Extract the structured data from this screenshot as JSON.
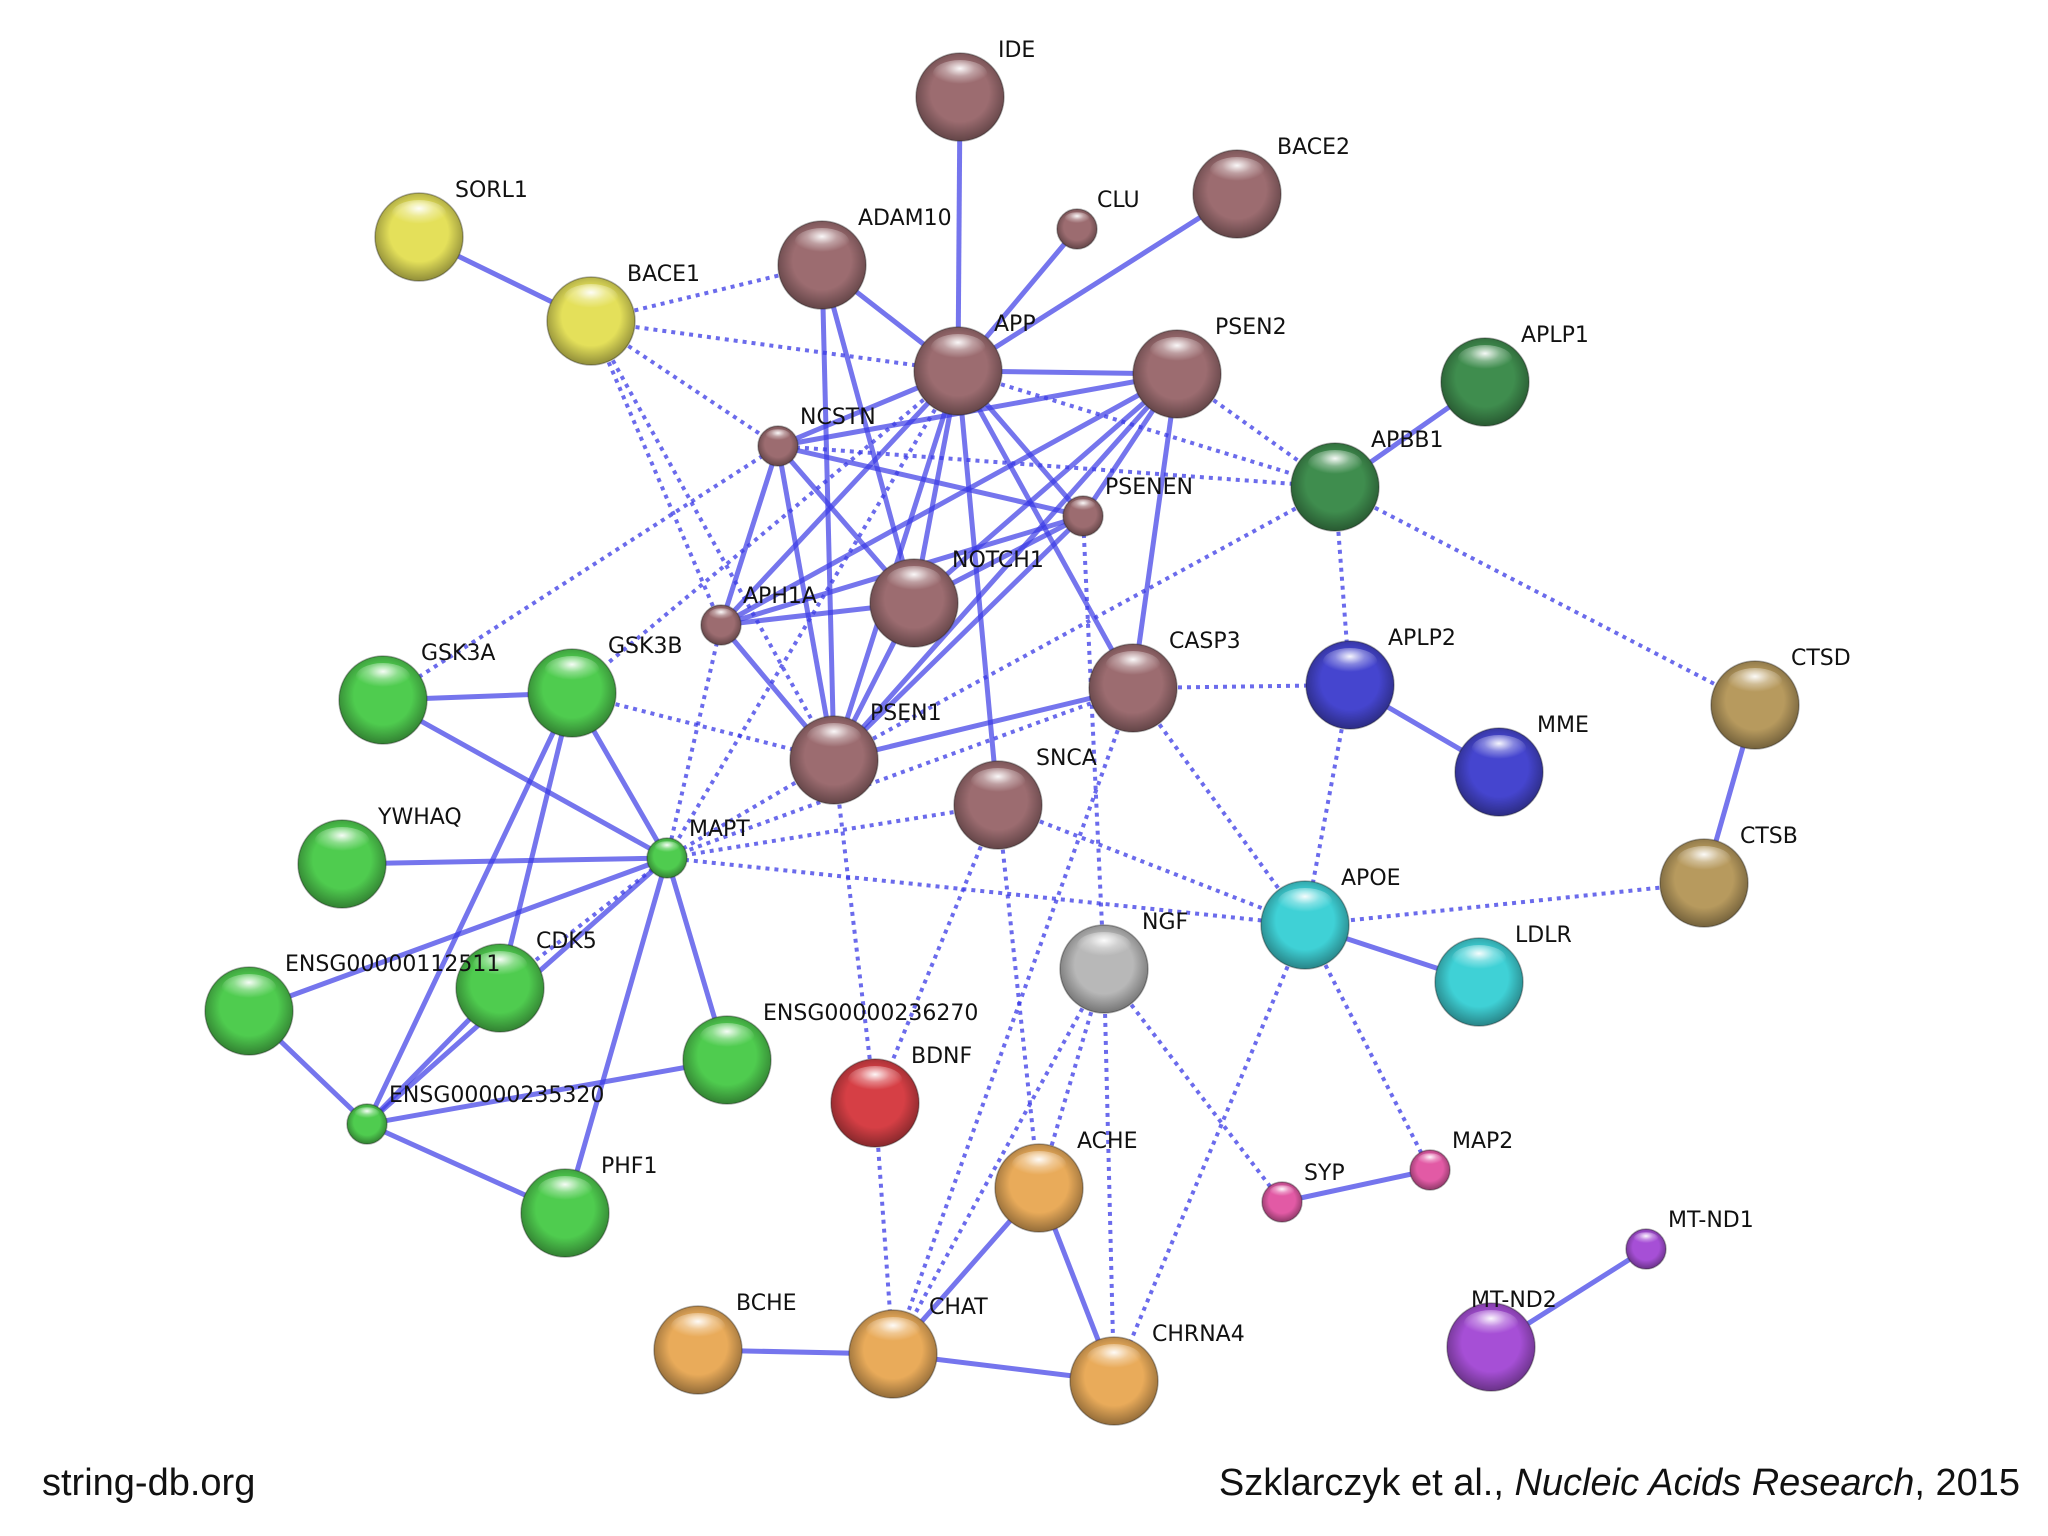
{
  "diagram": {
    "nodes": [
      {
        "id": "IDE",
        "label": "IDE",
        "color": "#9c6c70",
        "size": "large"
      },
      {
        "id": "BACE2",
        "label": "BACE2",
        "color": "#9c6c70",
        "size": "large"
      },
      {
        "id": "CLU",
        "label": "CLU",
        "color": "#9c6c70",
        "size": "small"
      },
      {
        "id": "ADAM10",
        "label": "ADAM10",
        "color": "#9c6c70",
        "size": "large"
      },
      {
        "id": "SORL1",
        "label": "SORL1",
        "color": "#e4e05a",
        "size": "large"
      },
      {
        "id": "BACE1",
        "label": "BACE1",
        "color": "#e4e05a",
        "size": "large"
      },
      {
        "id": "APP",
        "label": "APP",
        "color": "#9c6c70",
        "size": "large"
      },
      {
        "id": "PSEN2",
        "label": "PSEN2",
        "color": "#9c6c70",
        "size": "large"
      },
      {
        "id": "APLP1",
        "label": "APLP1",
        "color": "#3f8d4e",
        "size": "large"
      },
      {
        "id": "NCSTN",
        "label": "NCSTN",
        "color": "#9c6c70",
        "size": "small"
      },
      {
        "id": "APBB1",
        "label": "APBB1",
        "color": "#3f8d4e",
        "size": "large"
      },
      {
        "id": "PSENEN",
        "label": "PSENEN",
        "color": "#9c6c70",
        "size": "small"
      },
      {
        "id": "NOTCH1",
        "label": "NOTCH1",
        "color": "#9c6c70",
        "size": "large"
      },
      {
        "id": "APH1A",
        "label": "APH1A",
        "color": "#9c6c70",
        "size": "small"
      },
      {
        "id": "GSK3A",
        "label": "GSK3A",
        "color": "#4fcc4f",
        "size": "large"
      },
      {
        "id": "GSK3B",
        "label": "GSK3B",
        "color": "#4fcc4f",
        "size": "large"
      },
      {
        "id": "CASP3",
        "label": "CASP3",
        "color": "#9c6c70",
        "size": "large"
      },
      {
        "id": "APLP2",
        "label": "APLP2",
        "color": "#4545cf",
        "size": "large"
      },
      {
        "id": "CTSD",
        "label": "CTSD",
        "color": "#b79a5e",
        "size": "large"
      },
      {
        "id": "PSEN1",
        "label": "PSEN1",
        "color": "#9c6c70",
        "size": "large"
      },
      {
        "id": "MME",
        "label": "MME",
        "color": "#4545cf",
        "size": "large"
      },
      {
        "id": "SNCA",
        "label": "SNCA",
        "color": "#9c6c70",
        "size": "large"
      },
      {
        "id": "YWHAQ",
        "label": "YWHAQ",
        "color": "#4fcc4f",
        "size": "large"
      },
      {
        "id": "MAPT",
        "label": "MAPT",
        "color": "#4fcc4f",
        "size": "small"
      },
      {
        "id": "CTSB",
        "label": "CTSB",
        "color": "#b79a5e",
        "size": "large"
      },
      {
        "id": "APOE",
        "label": "APOE",
        "color": "#3fd1d6",
        "size": "large"
      },
      {
        "id": "NGF",
        "label": "NGF",
        "color": "#b8b8b8",
        "size": "large"
      },
      {
        "id": "LDLR",
        "label": "LDLR",
        "color": "#3fd1d6",
        "size": "large"
      },
      {
        "id": "CDK5",
        "label": "CDK5",
        "color": "#4fcc4f",
        "size": "large"
      },
      {
        "id": "ENSG00000112511",
        "label": "ENSG00000112511",
        "color": "#4fcc4f",
        "size": "large"
      },
      {
        "id": "ENSG00000236270",
        "label": "ENSG00000236270",
        "color": "#4fcc4f",
        "size": "large"
      },
      {
        "id": "BDNF",
        "label": "BDNF",
        "color": "#d63f45",
        "size": "large"
      },
      {
        "id": "ENSG00000235320",
        "label": "ENSG00000235320",
        "color": "#4fcc4f",
        "size": "small"
      },
      {
        "id": "ACHE",
        "label": "ACHE",
        "color": "#e9ab5a",
        "size": "large"
      },
      {
        "id": "MAP2",
        "label": "MAP2",
        "color": "#e25aa5",
        "size": "small"
      },
      {
        "id": "SYP",
        "label": "SYP",
        "color": "#e25aa5",
        "size": "small"
      },
      {
        "id": "PHF1",
        "label": "PHF1",
        "color": "#4fcc4f",
        "size": "large"
      },
      {
        "id": "MT-ND1",
        "label": "MT-ND1",
        "color": "#a64fd6",
        "size": "small"
      },
      {
        "id": "MT-ND2",
        "label": "MT-ND2",
        "color": "#a64fd6",
        "size": "large"
      },
      {
        "id": "BCHE",
        "label": "BCHE",
        "color": "#e9ab5a",
        "size": "large"
      },
      {
        "id": "CHAT",
        "label": "CHAT",
        "color": "#e9ab5a",
        "size": "large"
      },
      {
        "id": "CHRNA4",
        "label": "CHRNA4",
        "color": "#e9ab5a",
        "size": "large"
      }
    ],
    "edges": [
      {
        "from": "IDE",
        "to": "APP",
        "style": "solid"
      },
      {
        "from": "CLU",
        "to": "APP",
        "style": "solid"
      },
      {
        "from": "BACE2",
        "to": "APP",
        "style": "solid"
      },
      {
        "from": "SORL1",
        "to": "BACE1",
        "style": "solid"
      },
      {
        "from": "ADAM10",
        "to": "APP",
        "style": "solid"
      },
      {
        "from": "ADAM10",
        "to": "PSEN1",
        "style": "solid"
      },
      {
        "from": "ADAM10",
        "to": "NOTCH1",
        "style": "solid"
      },
      {
        "from": "ADAM10",
        "to": "BACE1",
        "style": "dotted"
      },
      {
        "from": "BACE1",
        "to": "APP",
        "style": "dotted"
      },
      {
        "from": "BACE1",
        "to": "NCSTN",
        "style": "dotted"
      },
      {
        "from": "BACE1",
        "to": "PSEN1",
        "style": "dotted"
      },
      {
        "from": "BACE1",
        "to": "APH1A",
        "style": "dotted"
      },
      {
        "from": "APP",
        "to": "NCSTN",
        "style": "solid"
      },
      {
        "from": "APP",
        "to": "PSEN2",
        "style": "solid"
      },
      {
        "from": "APP",
        "to": "PSENEN",
        "style": "solid"
      },
      {
        "from": "APP",
        "to": "NOTCH1",
        "style": "solid"
      },
      {
        "from": "APP",
        "to": "APH1A",
        "style": "solid"
      },
      {
        "from": "APP",
        "to": "PSEN1",
        "style": "solid"
      },
      {
        "from": "APP",
        "to": "SNCA",
        "style": "solid"
      },
      {
        "from": "APP",
        "to": "CASP3",
        "style": "solid"
      },
      {
        "from": "APP",
        "to": "APBB1",
        "style": "dotted"
      },
      {
        "from": "APP",
        "to": "MAPT",
        "style": "dotted"
      },
      {
        "from": "APP",
        "to": "GSK3B",
        "style": "dotted"
      },
      {
        "from": "PSEN2",
        "to": "NCSTN",
        "style": "solid"
      },
      {
        "from": "PSEN2",
        "to": "PSENEN",
        "style": "solid"
      },
      {
        "from": "PSEN2",
        "to": "NOTCH1",
        "style": "solid"
      },
      {
        "from": "PSEN2",
        "to": "APH1A",
        "style": "solid"
      },
      {
        "from": "PSEN2",
        "to": "PSEN1",
        "style": "solid"
      },
      {
        "from": "PSEN2",
        "to": "CASP3",
        "style": "solid"
      },
      {
        "from": "PSEN2",
        "to": "APBB1",
        "style": "dotted"
      },
      {
        "from": "APLP1",
        "to": "APBB1",
        "style": "solid"
      },
      {
        "from": "NCSTN",
        "to": "PSENEN",
        "style": "solid"
      },
      {
        "from": "NCSTN",
        "to": "NOTCH1",
        "style": "solid"
      },
      {
        "from": "NCSTN",
        "to": "APH1A",
        "style": "solid"
      },
      {
        "from": "NCSTN",
        "to": "PSEN1",
        "style": "solid"
      },
      {
        "from": "NCSTN",
        "to": "GSK3A",
        "style": "dotted"
      },
      {
        "from": "NCSTN",
        "to": "APBB1",
        "style": "dotted"
      },
      {
        "from": "PSENEN",
        "to": "NOTCH1",
        "style": "solid"
      },
      {
        "from": "PSENEN",
        "to": "APH1A",
        "style": "solid"
      },
      {
        "from": "PSENEN",
        "to": "PSEN1",
        "style": "solid"
      },
      {
        "from": "PSENEN",
        "to": "NGF",
        "style": "dotted"
      },
      {
        "from": "NOTCH1",
        "to": "APH1A",
        "style": "solid"
      },
      {
        "from": "NOTCH1",
        "to": "PSEN1",
        "style": "solid"
      },
      {
        "from": "APH1A",
        "to": "PSEN1",
        "style": "solid"
      },
      {
        "from": "APH1A",
        "to": "MAPT",
        "style": "dotted"
      },
      {
        "from": "APBB1",
        "to": "APLP2",
        "style": "dotted"
      },
      {
        "from": "APBB1",
        "to": "CTSD",
        "style": "dotted"
      },
      {
        "from": "APBB1",
        "to": "PSEN1",
        "style": "dotted"
      },
      {
        "from": "GSK3A",
        "to": "GSK3B",
        "style": "solid"
      },
      {
        "from": "GSK3A",
        "to": "MAPT",
        "style": "solid"
      },
      {
        "from": "GSK3B",
        "to": "MAPT",
        "style": "solid"
      },
      {
        "from": "GSK3B",
        "to": "ENSG00000235320",
        "style": "solid"
      },
      {
        "from": "GSK3B",
        "to": "CDK5",
        "style": "solid"
      },
      {
        "from": "GSK3B",
        "to": "PSEN1",
        "style": "dotted"
      },
      {
        "from": "CASP3",
        "to": "PSEN1",
        "style": "solid"
      },
      {
        "from": "CASP3",
        "to": "APOE",
        "style": "dotted"
      },
      {
        "from": "CASP3",
        "to": "MAPT",
        "style": "dotted"
      },
      {
        "from": "CASP3",
        "to": "APLP2",
        "style": "dotted"
      },
      {
        "from": "CASP3",
        "to": "CHAT",
        "style": "dotted"
      },
      {
        "from": "APLP2",
        "to": "MME",
        "style": "solid"
      },
      {
        "from": "APLP2",
        "to": "APOE",
        "style": "dotted"
      },
      {
        "from": "CTSD",
        "to": "CTSB",
        "style": "solid"
      },
      {
        "from": "CTSB",
        "to": "APOE",
        "style": "dotted"
      },
      {
        "from": "PSEN1",
        "to": "BDNF",
        "style": "dotted"
      },
      {
        "from": "PSEN1",
        "to": "MAPT",
        "style": "dotted"
      },
      {
        "from": "SNCA",
        "to": "MAPT",
        "style": "dotted"
      },
      {
        "from": "SNCA",
        "to": "ACHE",
        "style": "dotted"
      },
      {
        "from": "SNCA",
        "to": "BDNF",
        "style": "dotted"
      },
      {
        "from": "SNCA",
        "to": "APOE",
        "style": "dotted"
      },
      {
        "from": "YWHAQ",
        "to": "MAPT",
        "style": "solid"
      },
      {
        "from": "MAPT",
        "to": "ENSG00000112511",
        "style": "solid"
      },
      {
        "from": "MAPT",
        "to": "ENSG00000236270",
        "style": "solid"
      },
      {
        "from": "MAPT",
        "to": "ENSG00000235320",
        "style": "solid"
      },
      {
        "from": "MAPT",
        "to": "PHF1",
        "style": "solid"
      },
      {
        "from": "MAPT",
        "to": "CDK5",
        "style": "dotted"
      },
      {
        "from": "MAPT",
        "to": "APOE",
        "style": "dotted"
      },
      {
        "from": "APOE",
        "to": "LDLR",
        "style": "solid"
      },
      {
        "from": "APOE",
        "to": "MAP2",
        "style": "dotted"
      },
      {
        "from": "APOE",
        "to": "CHRNA4",
        "style": "dotted"
      },
      {
        "from": "NGF",
        "to": "CHAT",
        "style": "dotted"
      },
      {
        "from": "NGF",
        "to": "CHRNA4",
        "style": "dotted"
      },
      {
        "from": "NGF",
        "to": "SYP",
        "style": "dotted"
      },
      {
        "from": "NGF",
        "to": "ACHE",
        "style": "dotted"
      },
      {
        "from": "CDK5",
        "to": "ENSG00000235320",
        "style": "solid"
      },
      {
        "from": "ENSG00000112511",
        "to": "ENSG00000235320",
        "style": "solid"
      },
      {
        "from": "ENSG00000236270",
        "to": "ENSG00000235320",
        "style": "solid"
      },
      {
        "from": "ENSG00000235320",
        "to": "PHF1",
        "style": "solid"
      },
      {
        "from": "BDNF",
        "to": "CHAT",
        "style": "dotted"
      },
      {
        "from": "ACHE",
        "to": "CHAT",
        "style": "solid"
      },
      {
        "from": "ACHE",
        "to": "CHRNA4",
        "style": "solid"
      },
      {
        "from": "CHAT",
        "to": "CHRNA4",
        "style": "solid"
      },
      {
        "from": "BCHE",
        "to": "CHAT",
        "style": "solid"
      },
      {
        "from": "SYP",
        "to": "MAP2",
        "style": "solid"
      },
      {
        "from": "MT-ND1",
        "to": "MT-ND2",
        "style": "solid"
      }
    ]
  },
  "footer": {
    "left": "string-db.org",
    "right_authors": "Szklarczyk et al., ",
    "right_journal": "Nucleic Acids Research",
    "right_year": ", 2015"
  },
  "colors": {
    "edge": "#3a3ae6",
    "background": "#ffffff"
  }
}
